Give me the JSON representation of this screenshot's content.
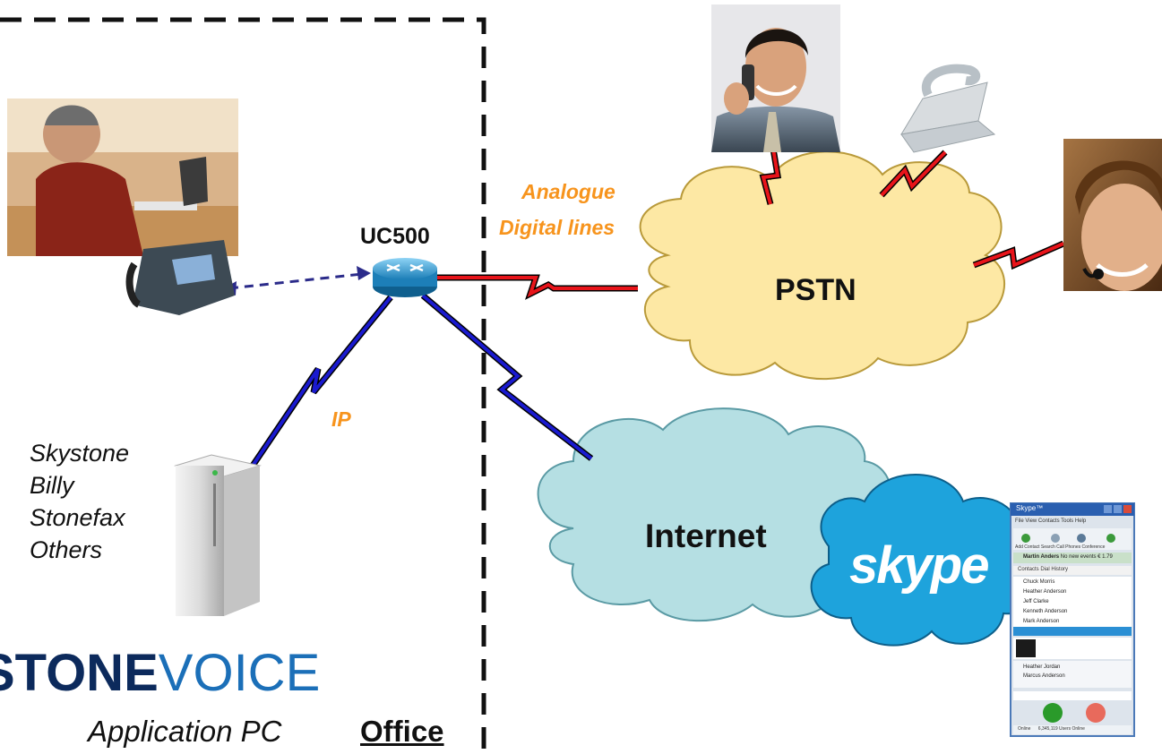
{
  "labels": {
    "uc500": "UC500",
    "analogue": "Analogue",
    "digital_lines": "Digital lines",
    "pstn": "PSTN",
    "ip": "IP",
    "internet": "Internet",
    "skype_logo": "skype",
    "stonevoice_bold": "STONE",
    "stonevoice_light": "VOICE",
    "application_pc": "Application PC",
    "office": "Office"
  },
  "applications": [
    "Skystone",
    "Billy",
    "Stonefax",
    "Others"
  ],
  "skype_window": {
    "title": "Skype™",
    "menu": [
      "File",
      "View",
      "Contacts",
      "Tools",
      "Help"
    ],
    "toolbar": [
      "Add Contact",
      "Search",
      "Call Phones",
      "Conference"
    ],
    "user": "Martin Anders",
    "events": "No new events",
    "credit": "€ 1.79",
    "tabs": [
      "Contacts",
      "Dial",
      "History"
    ],
    "contacts": [
      "Chuck Morris",
      "Heather Anderson",
      "Jeff Clarke",
      "Kenneth Anderson",
      "Mark Anderson"
    ],
    "contacts2": [
      "Heather Jordan",
      "Marcus Anderson"
    ],
    "status": "Online",
    "online_count": "6,345,119 Users Online"
  },
  "colors": {
    "red_link": "#e8141a",
    "blue_link": "#1a1acf",
    "dashed_arrow": "#2b2b8a",
    "pstn_cloud": "#fde8a4",
    "internet_cloud": "#b5dfe3",
    "skype_cloud": "#1ea3dc",
    "orange_text": "#f7941d",
    "stonevoice_bold": "#0c2a5c",
    "stonevoice_light": "#1b6fb8"
  }
}
